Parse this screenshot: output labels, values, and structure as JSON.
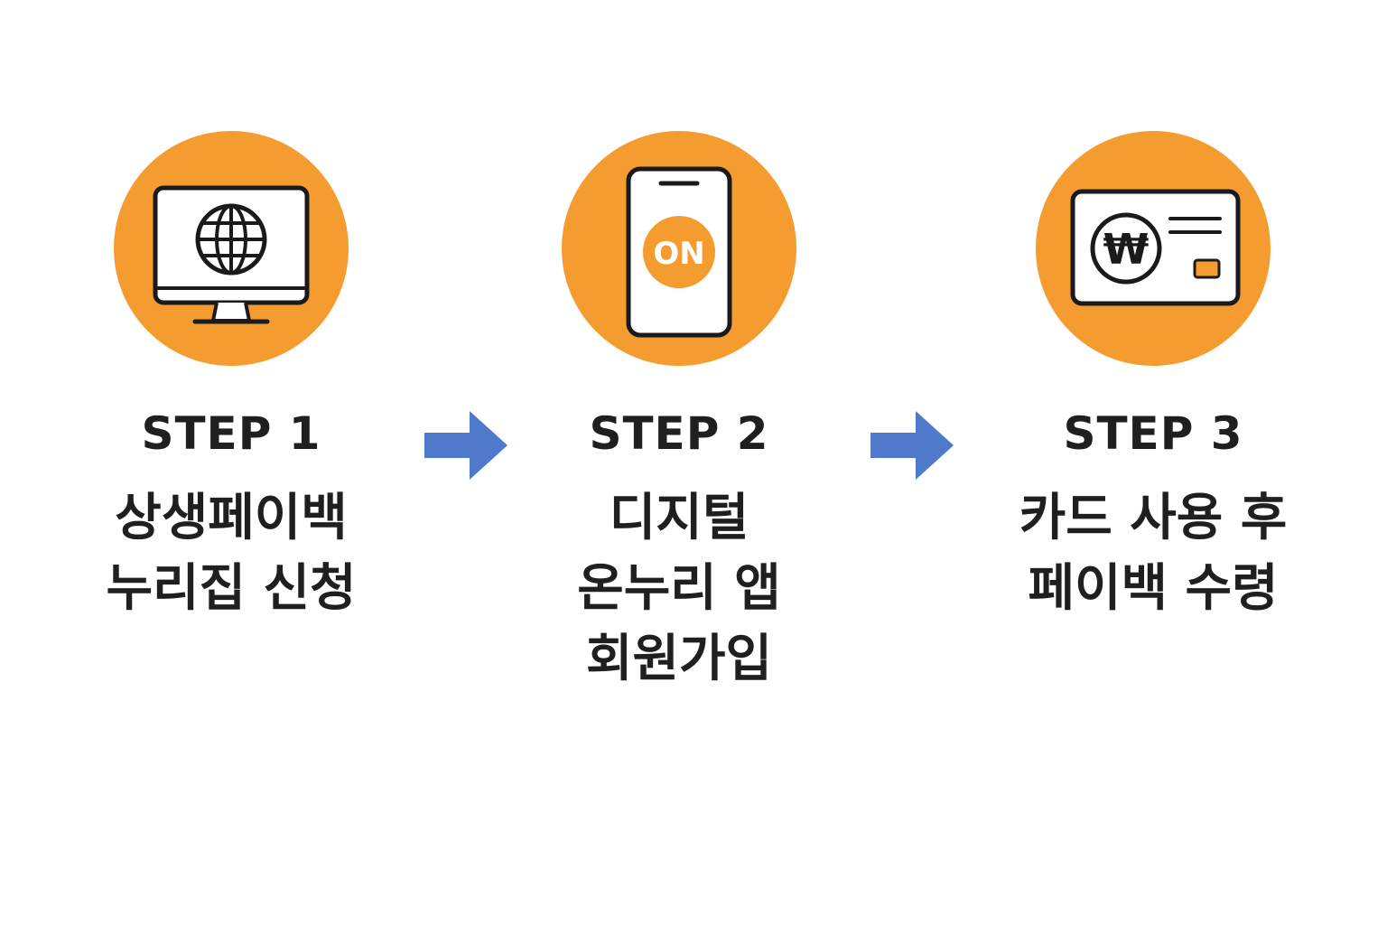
{
  "steps": [
    {
      "label": "STEP 1",
      "icon": "computer-globe-icon",
      "lines": [
        "상생페이백",
        "누리집 신청"
      ]
    },
    {
      "label": "STEP 2",
      "icon": "smartphone-on-icon",
      "badge": "ON",
      "lines": [
        "디지털",
        "온누리 앱",
        "회원가입"
      ]
    },
    {
      "label": "STEP 3",
      "icon": "card-won-icon",
      "symbol": "₩",
      "lines": [
        "카드 사용 후",
        "페이백 수령"
      ]
    }
  ],
  "arrows": [
    "arrow-right-icon",
    "arrow-right-icon"
  ],
  "colors": {
    "accent": "#F59C31",
    "arrow": "#4F7ACB",
    "text": "#1f1f1f"
  }
}
